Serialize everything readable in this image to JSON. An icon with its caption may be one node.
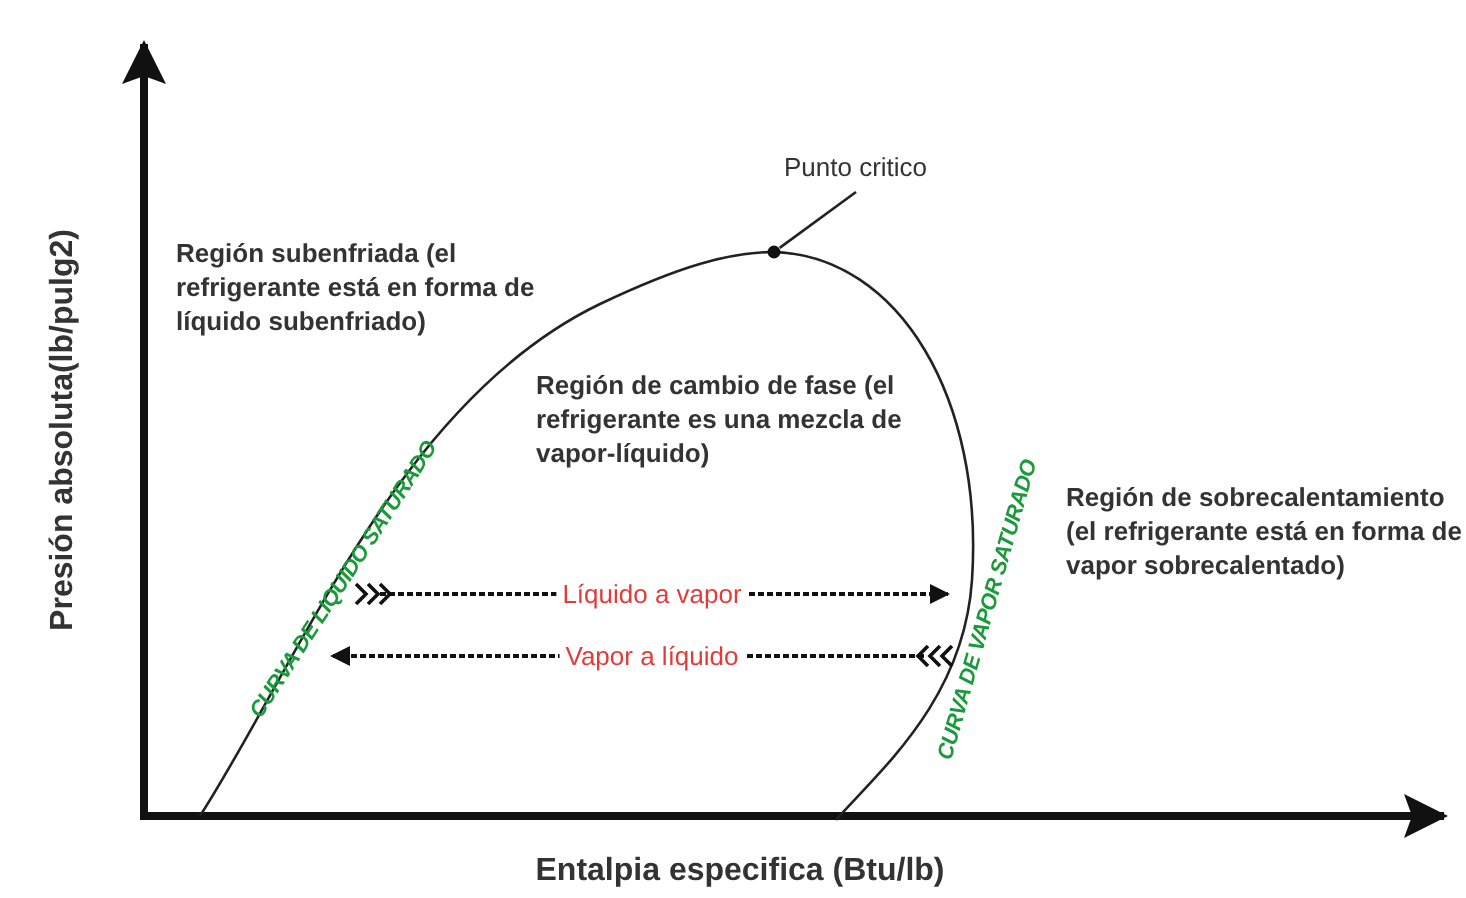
{
  "diagram": {
    "nodes": [
      {
        "text": [
          "Punto critico"
        ]
      },
      {
        "text": [],
        "shape": "circle"
      }
    ],
    "edges": [
      {
        "from": 0,
        "to": 1,
        "arrow": "none"
      }
    ],
    "labels": [
      "Región subenfriada (el refrigerante está en forma de líquido subenfriado)",
      "Región de cambio de fase (el refrigerante es una mezcla de vapor-líquido)",
      "Presión absoluta(lb/pulg2)",
      "CURVA DE LIQUIDO SATURADO",
      "Región de sobrecalentamiento (el refrigerante está en forma de vapor sobrecalentado)",
      "CURVA DE VAPOR SATURADO",
      "Líquido a vapor",
      "Vapor a líquido",
      "Entalpia especifica (Btu/lb)"
    ]
  }
}
